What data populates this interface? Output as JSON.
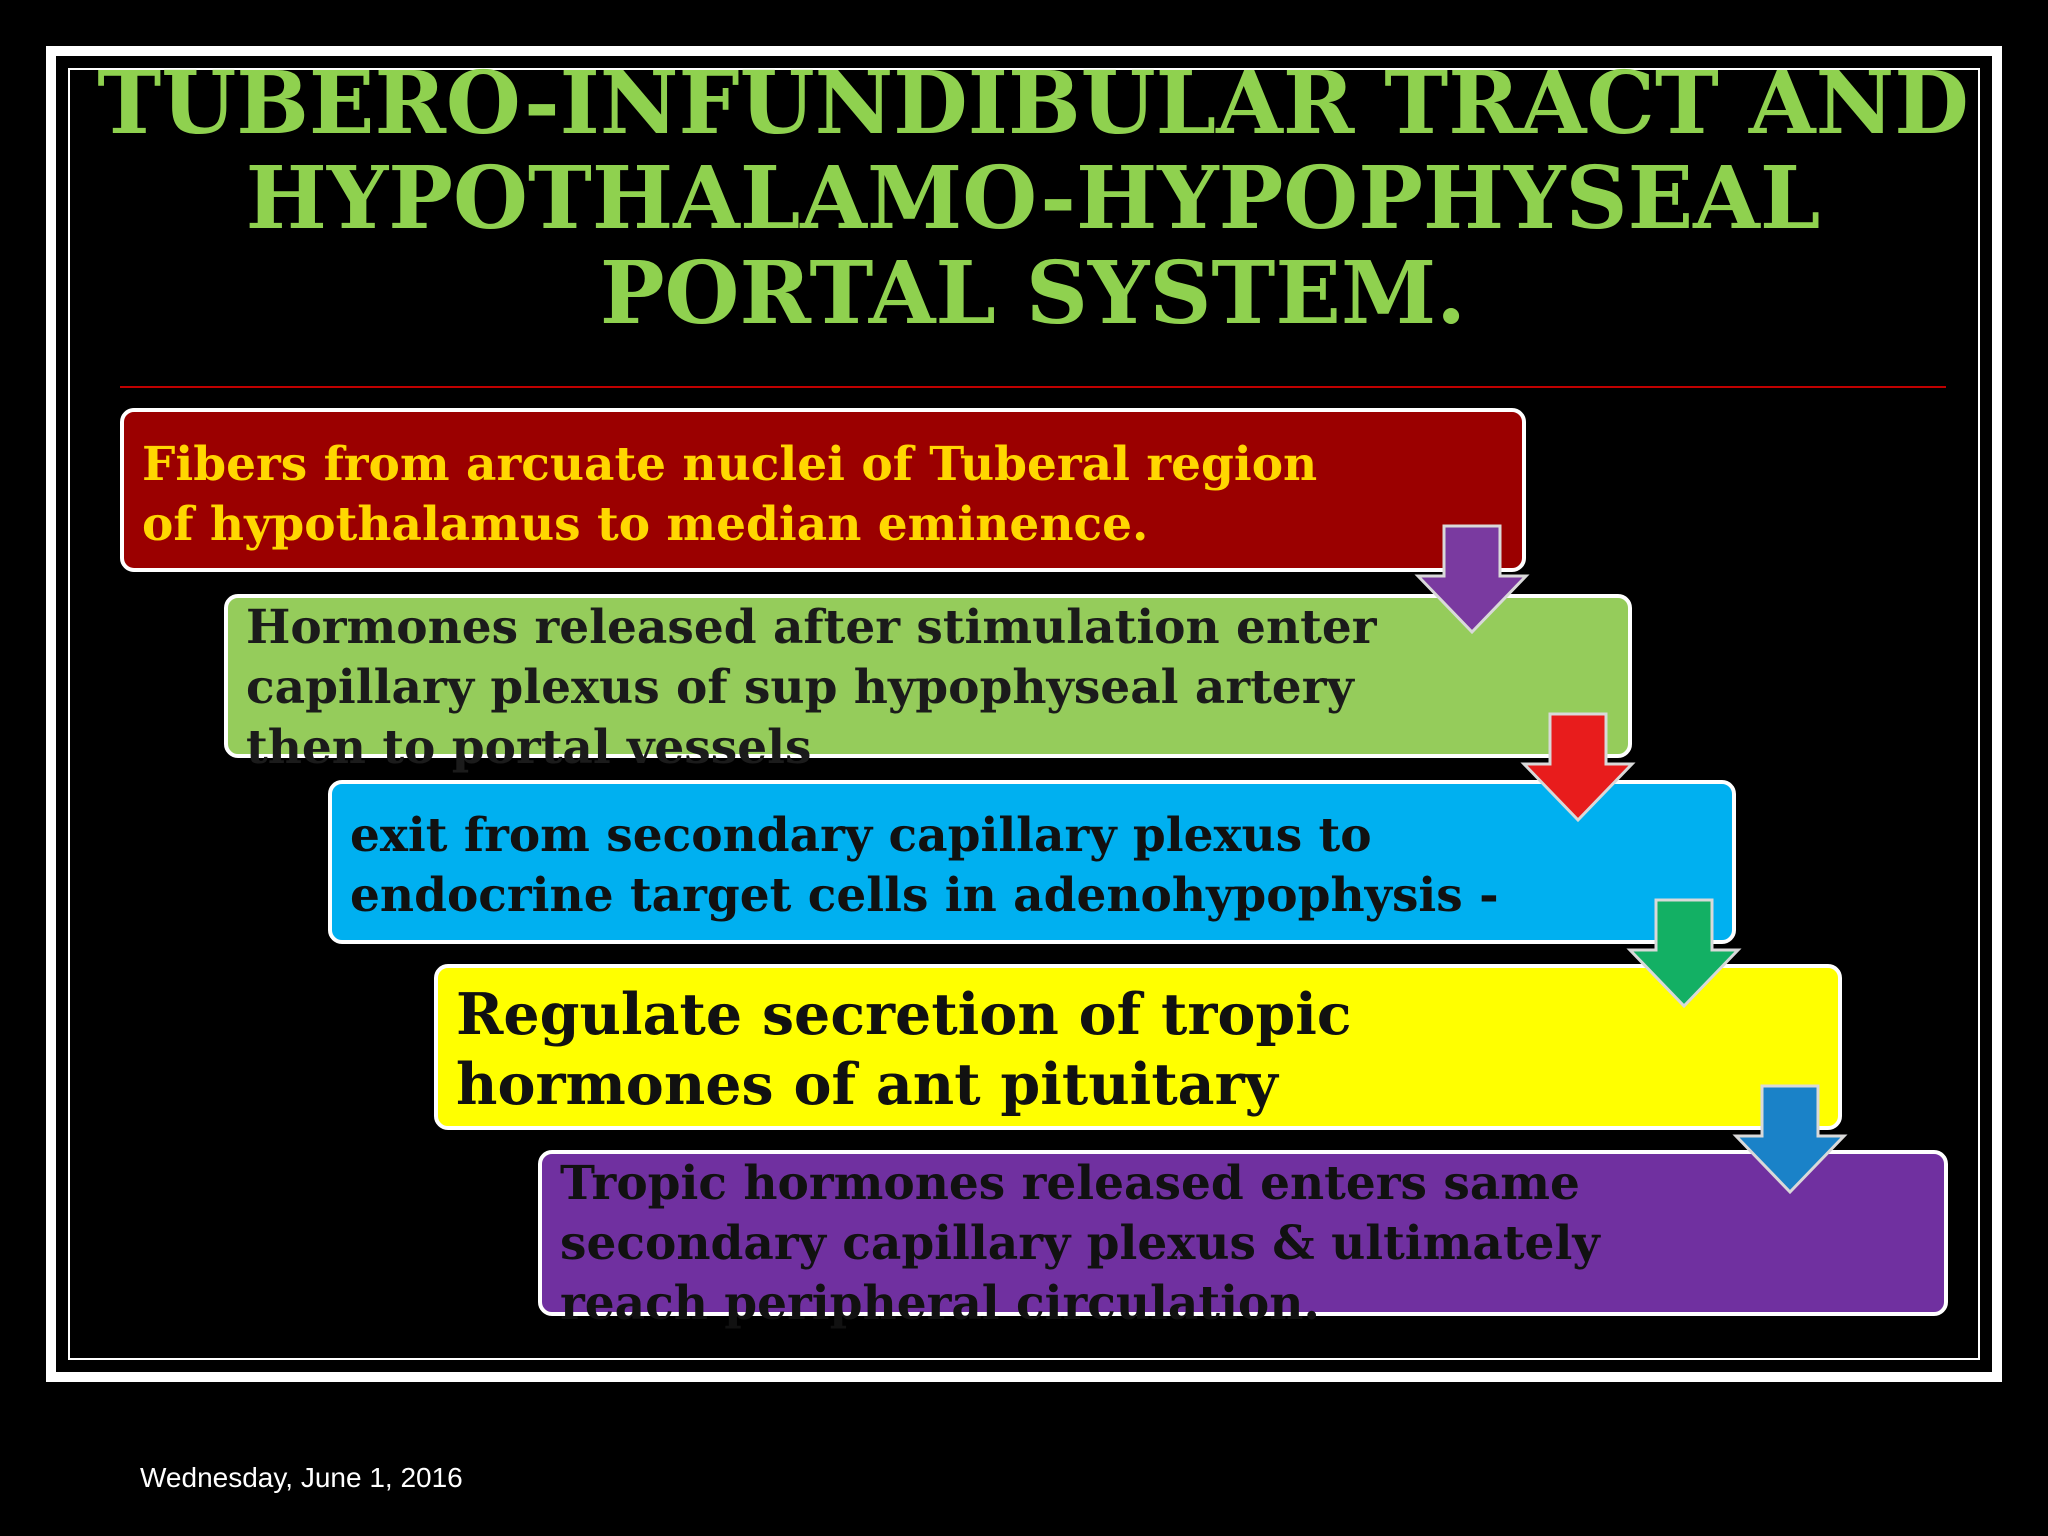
{
  "slide": {
    "title_lines": [
      "TUBERO-INFUNDIBULAR TRACT AND",
      "HYPOTHALAMO-HYPOPHYSEAL",
      "PORTAL SYSTEM."
    ],
    "steps": [
      {
        "lines": [
          "Fibers from arcuate nuclei of Tuberal region",
          "of hypothalamus to median eminence."
        ],
        "fill": "#9b0000",
        "text_color": "#ffd700"
      },
      {
        "lines": [
          "Hormones released after stimulation enter",
          "capillary plexus of sup hypophyseal artery",
          "then to portal vessels"
        ],
        "fill": "#95cc5b",
        "text_color": "#1b1b1b"
      },
      {
        "lines": [
          "exit from secondary capillary plexus to",
          "endocrine target cells in adenohypophysis -"
        ],
        "fill": "#00b0f0",
        "text_color": "#111111"
      },
      {
        "lines": [
          "Regulate secretion of tropic",
          "hormones  of ant pituitary"
        ],
        "fill": "#ffff00",
        "text_color": "#111111"
      },
      {
        "lines": [
          "Tropic hormones released enters same",
          "secondary capillary plexus & ultimately",
          "reach peripheral circulation."
        ],
        "fill": "#7030a0",
        "text_color": "#111111"
      }
    ],
    "arrows": [
      {
        "icon": "down-arrow-icon",
        "color": "#7a3aa0"
      },
      {
        "icon": "down-arrow-icon",
        "color": "#e81c1c"
      },
      {
        "icon": "down-arrow-icon",
        "color": "#13b064"
      },
      {
        "icon": "down-arrow-icon",
        "color": "#1a82c8"
      }
    ],
    "title_color": "#8fd14f",
    "divider_color": "#c00000"
  },
  "footer": {
    "date": "Wednesday, June 1, 2016"
  }
}
